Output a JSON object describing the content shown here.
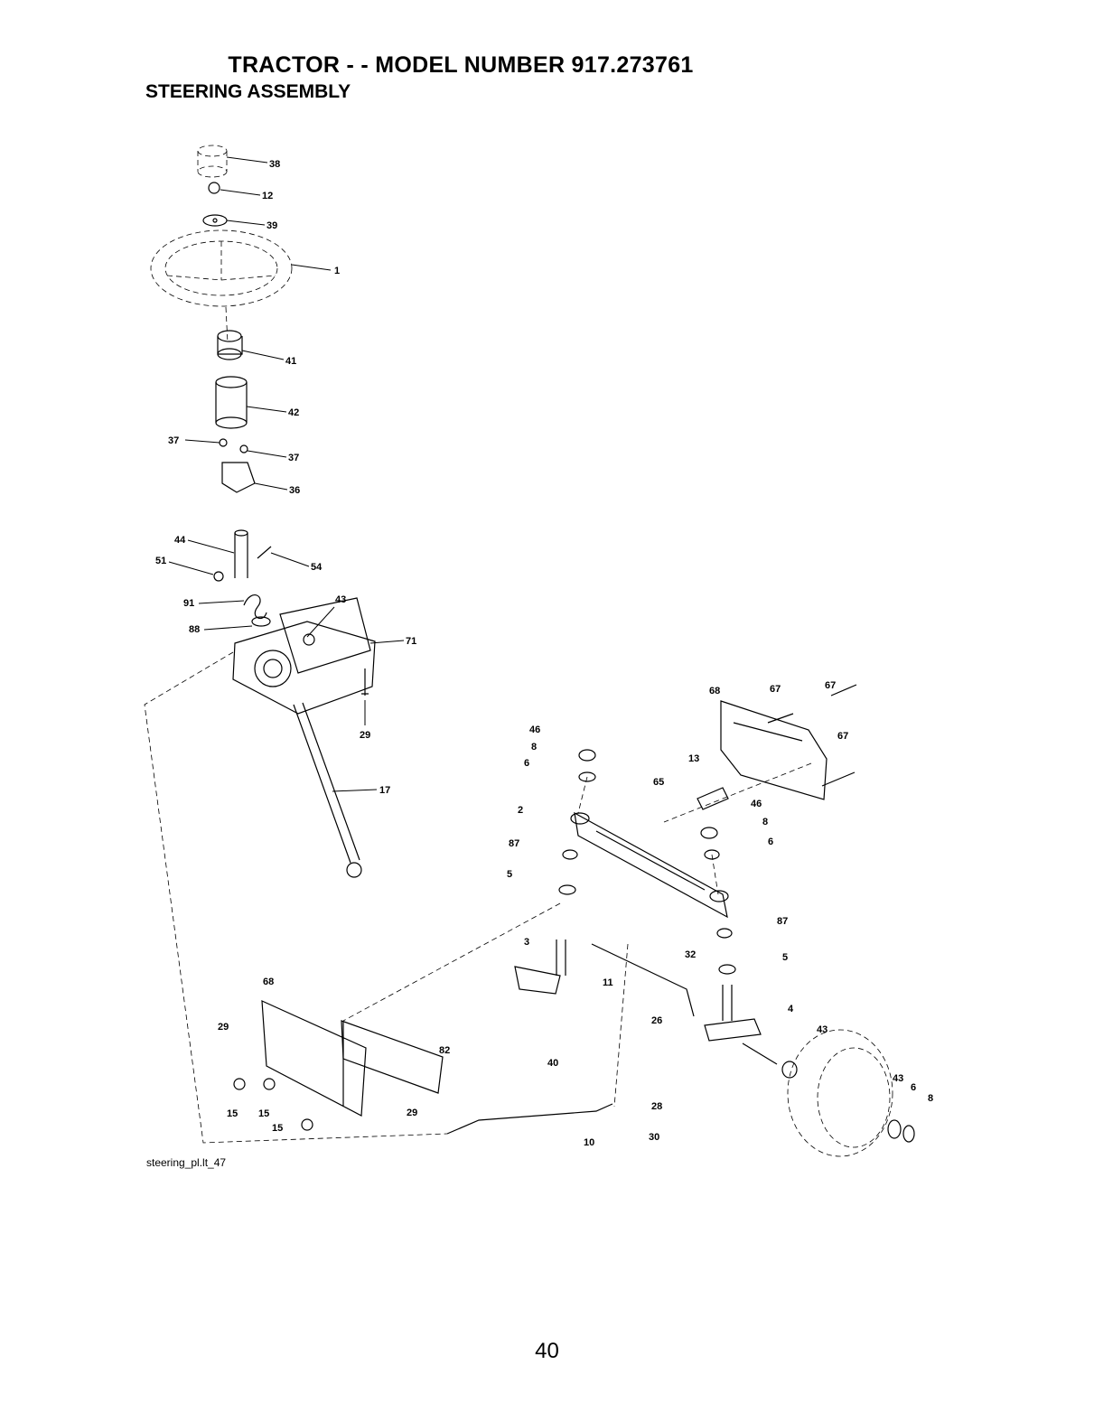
{
  "header": {
    "title": "TRACTOR - - MODEL NUMBER 917.273761",
    "subtitle": "STEERING ASSEMBLY"
  },
  "figure_id": "steering_pl.lt_47",
  "page_number": "40",
  "callouts": [
    "38",
    "12",
    "39",
    "1",
    "41",
    "42",
    "37",
    "37",
    "36",
    "44",
    "51",
    "54",
    "91",
    "88",
    "43",
    "71",
    "29",
    "17",
    "68",
    "67",
    "67",
    "67",
    "46",
    "8",
    "6",
    "13",
    "65",
    "46",
    "8",
    "6",
    "2",
    "87",
    "5",
    "87",
    "5",
    "3",
    "32",
    "11",
    "26",
    "4",
    "43",
    "40",
    "28",
    "30",
    "10",
    "68",
    "29",
    "82",
    "15",
    "15",
    "15",
    "29",
    "43",
    "6",
    "8"
  ]
}
